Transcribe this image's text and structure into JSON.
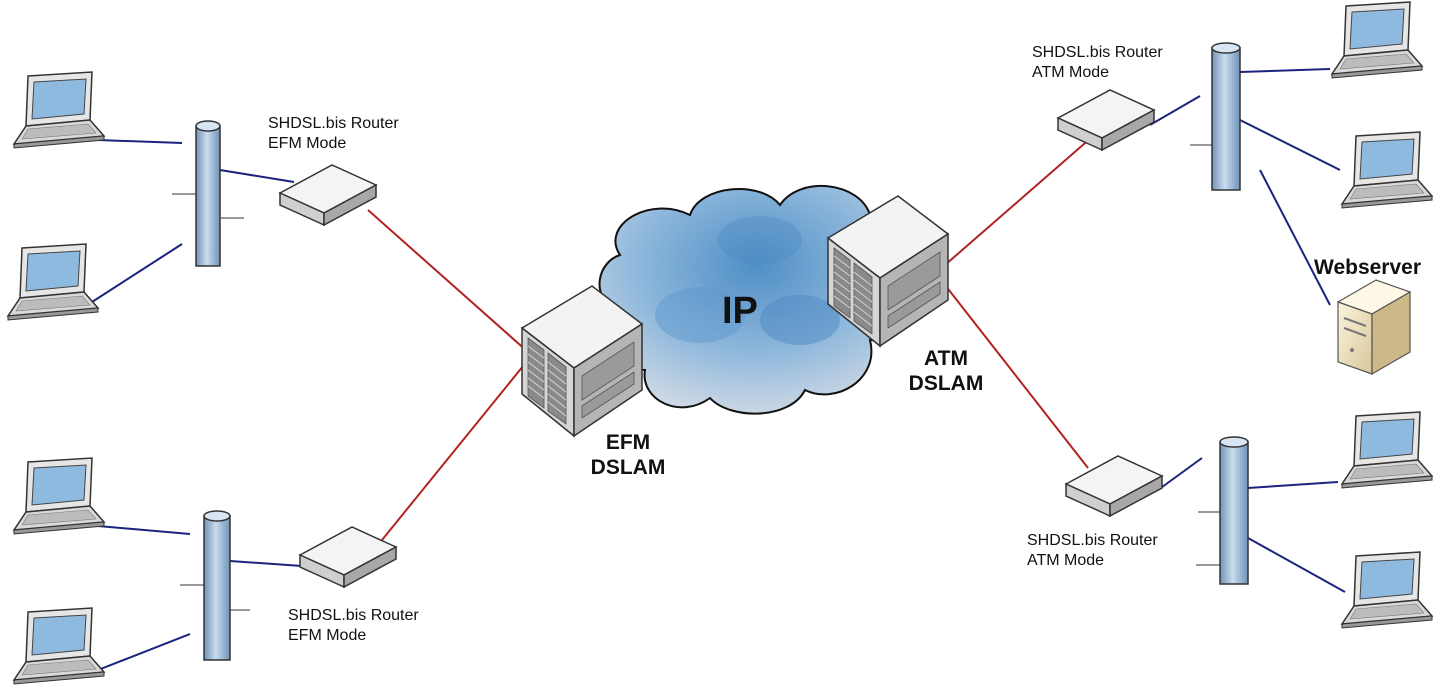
{
  "cloud": {
    "label": "IP"
  },
  "dslam_efm": {
    "line1": "EFM",
    "line2": "DSLAM"
  },
  "dslam_atm": {
    "line1": "ATM",
    "line2": "DSLAM"
  },
  "router_top_left": {
    "line1": "SHDSL.bis Router",
    "line2": "EFM Mode"
  },
  "router_bottom_left": {
    "line1": "SHDSL.bis Router",
    "line2": "EFM Mode"
  },
  "router_top_right": {
    "line1": "SHDSL.bis Router",
    "line2": "ATM Mode"
  },
  "router_bottom_right": {
    "line1": "SHDSL.bis Router",
    "line2": "ATM Mode"
  },
  "webserver": {
    "label": "Webserver"
  },
  "colors": {
    "wan_link": "#b22222",
    "lan_link": "#1a237e",
    "cloud_fill": "#8fb8dc",
    "hub_fill": "#a9c4e0"
  }
}
